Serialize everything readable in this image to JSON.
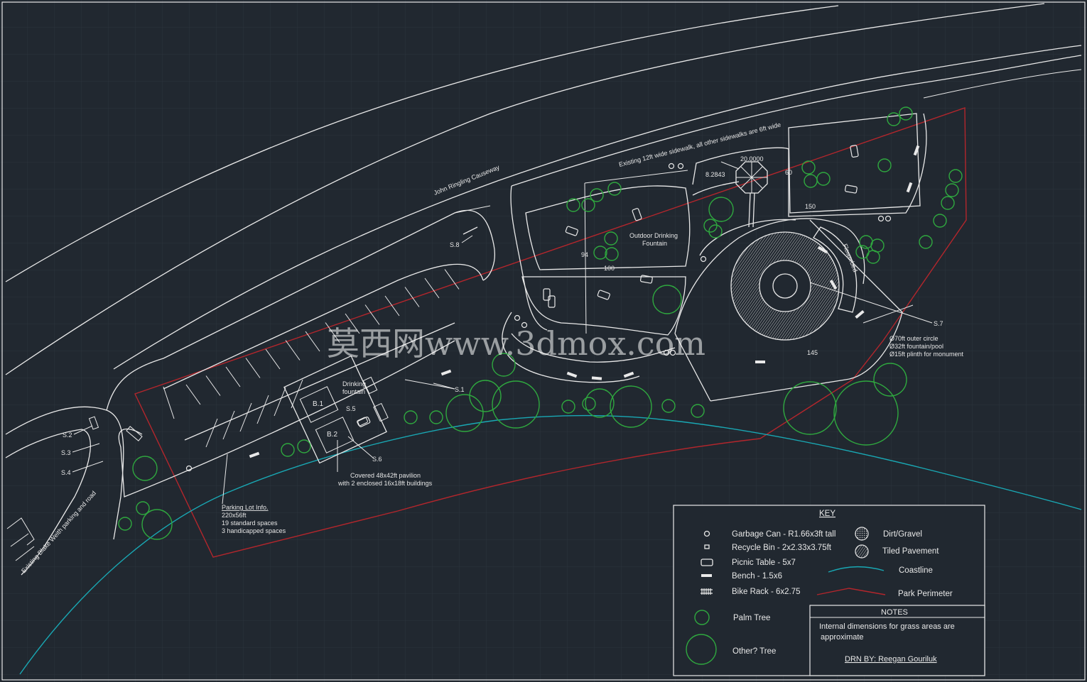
{
  "labels": {
    "causeway": "John Ringling Causeway",
    "sidewalk": "Existing 12ft wide sidewalk, all other sidewalks are 6ft wide",
    "existing_parking": "Existing Blake Weith parking and road",
    "parking_info_title": "Parking Lot Info.",
    "parking_info_lines": [
      "220x56ft",
      "19 standard spaces",
      "3 handicapped spaces"
    ],
    "pavilion_lines": [
      "Covered 48x42ft pavilion",
      "with 2 enclosed 16x18ft buildings"
    ],
    "drinking_fountain": [
      "Drinking",
      "fountain"
    ],
    "outdoor_fountain": [
      "Outdoor Drinking",
      "Fountain"
    ],
    "monument_lines": [
      "Ø70ft outer circle",
      "Ø32ft fountain/pool",
      "Ø15ft plinth for monument"
    ],
    "flowerbed": "Flowerbed",
    "buildings": [
      "B.1",
      "B.2"
    ],
    "spots": [
      "S.1",
      "S.2",
      "S.3",
      "S.4",
      "S.5",
      "S.6",
      "S.7",
      "S.8"
    ],
    "dimensions": [
      "94",
      "100",
      "20.0000",
      "8.2843",
      "60",
      "150",
      "145"
    ]
  },
  "watermark": "莫西网www.3dmox.com",
  "key": {
    "title": "KEY",
    "items": [
      {
        "icon": "garbage-can-icon",
        "label": "Garbage Can - R1.66x3ft tall"
      },
      {
        "icon": "recycle-bin-icon",
        "label": "Recycle Bin - 2x2.33x3.75ft"
      },
      {
        "icon": "picnic-table-icon",
        "label": "Picnic Table - 5x7"
      },
      {
        "icon": "bench-icon",
        "label": "Bench - 1.5x6"
      },
      {
        "icon": "bike-rack-icon",
        "label": "Bike Rack - 6x2.75"
      },
      {
        "icon": "palm-tree-icon",
        "label": "Palm Tree"
      },
      {
        "icon": "other-tree-icon",
        "label": "Other? Tree"
      },
      {
        "icon": "dirt-gravel-icon",
        "label": "Dirt/Gravel"
      },
      {
        "icon": "tiled-pavement-icon",
        "label": "Tiled Pavement"
      },
      {
        "icon": "coastline-icon",
        "label": "Coastline"
      },
      {
        "icon": "park-perimeter-icon",
        "label": "Park Perimeter"
      }
    ]
  },
  "notes": {
    "title": "NOTES",
    "text_lines": [
      "Internal dimensions for grass areas are",
      "approximate"
    ],
    "drawn_by": "DRN BY: Reegan Gouriluk"
  },
  "colors": {
    "background": "#212830",
    "linework": "#e9e9e9",
    "palm": "#2fa83f",
    "coastline": "#19a8b4",
    "perimeter": "#b3262c",
    "grid": "#2b323b"
  }
}
